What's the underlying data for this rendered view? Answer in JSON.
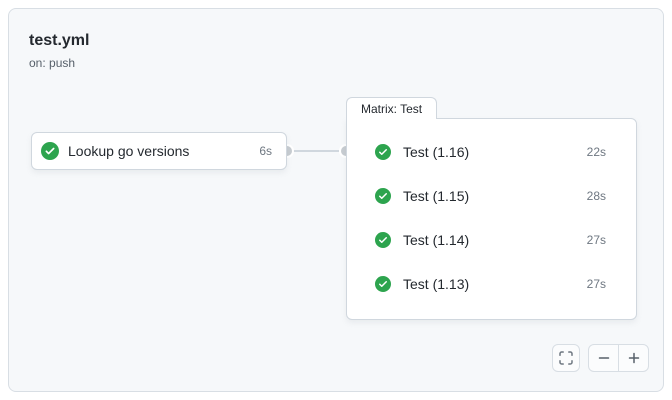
{
  "header": {
    "title": "test.yml",
    "trigger": "on: push"
  },
  "lookup_job": {
    "label": "Lookup go versions",
    "duration": "6s",
    "status": "success",
    "status_icon": "check-circle-icon"
  },
  "matrix_group": {
    "label": "Matrix: Test",
    "items": [
      {
        "label": "Test (1.16)",
        "duration": "22s",
        "status": "success"
      },
      {
        "label": "Test (1.15)",
        "duration": "28s",
        "status": "success"
      },
      {
        "label": "Test (1.14)",
        "duration": "27s",
        "status": "success"
      },
      {
        "label": "Test (1.13)",
        "duration": "27s",
        "status": "success"
      }
    ]
  },
  "controls": {
    "fullscreen_icon": "fullscreen-icon",
    "zoom_out_icon": "zoom-out-icon",
    "zoom_in_icon": "zoom-in-icon"
  },
  "colors": {
    "success_green": "#2da44e",
    "canvas_bg": "#f6f8fa",
    "card_bg": "#ffffff",
    "border": "#d0d7de",
    "text_primary": "#24292f",
    "text_secondary": "#57606a",
    "text_muted": "#6e7781",
    "connector_line": "#d0d7de",
    "connector_dot": "#c7ccd1"
  }
}
